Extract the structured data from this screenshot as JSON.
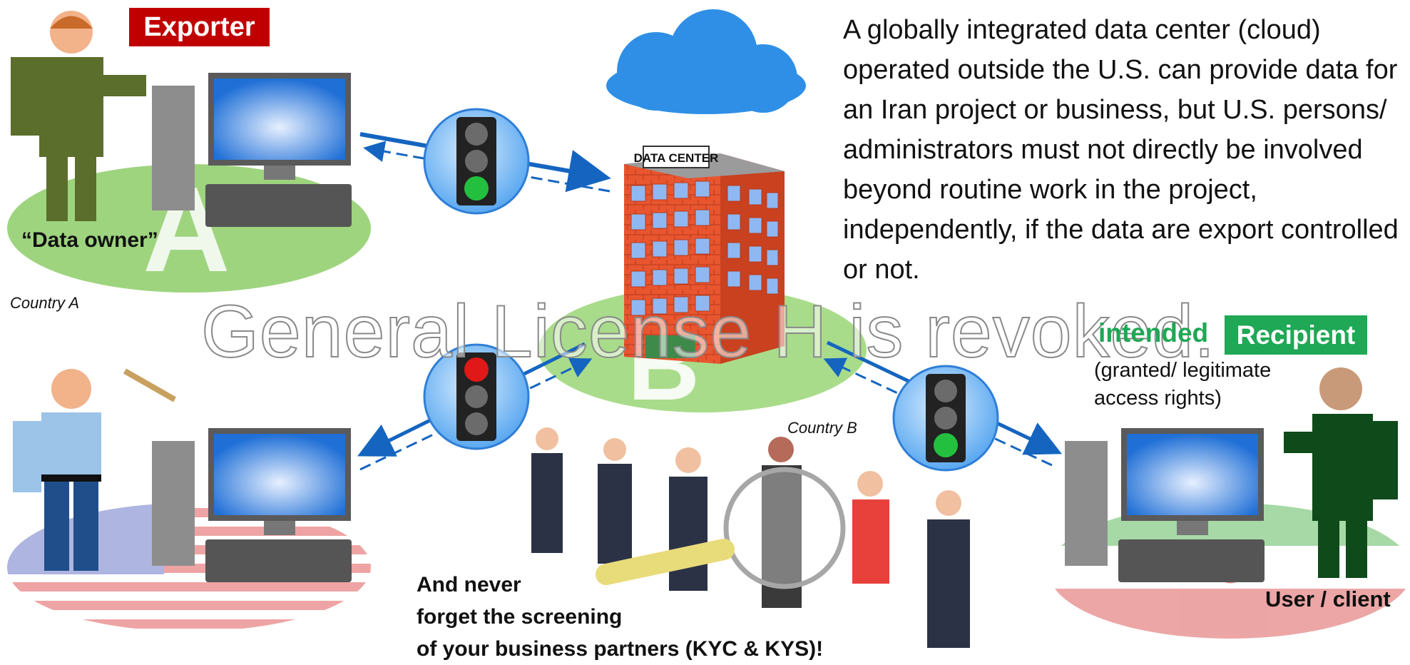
{
  "exporter": {
    "badge": "Exporter",
    "role_label": "“Data owner”",
    "country": "Country A"
  },
  "intro_text": "A globally integrated data center (cloud) operated outside the U.S. can provide data for an Iran project or business, but U.S. persons/ administrators must not directly be involved beyond routine work in the project, independently, if the data are export controlled or not.",
  "data_center": {
    "sign": "DATA CENTER",
    "country": "Country B",
    "site_letter": "B"
  },
  "watermark": "General License H is revoked.",
  "recipient": {
    "intended": "intended",
    "badge": "Recipient",
    "note": "(granted/ legitimate access rights)",
    "role_label": "User / client"
  },
  "warning": "And never\nforget the screening\nof your business partners (KYC & KYS)!",
  "traffic_lights": [
    {
      "position": "exporter-to-datacenter",
      "active": "green"
    },
    {
      "position": "datacenter-to-us-person",
      "active": "red"
    },
    {
      "position": "datacenter-to-recipient",
      "active": "green"
    }
  ],
  "colors": {
    "exporter_badge": "#c00000",
    "recipient_badge": "#1fa855",
    "arrow": "#1565c0",
    "cloud": "#2f8fe6",
    "ground_green": "#9fd47f"
  },
  "icons": [
    "cloud-icon",
    "data-center-building-icon",
    "traffic-light-icon",
    "computer-icon",
    "magnifier-icon",
    "us-flag-icon",
    "iran-flag-icon"
  ]
}
